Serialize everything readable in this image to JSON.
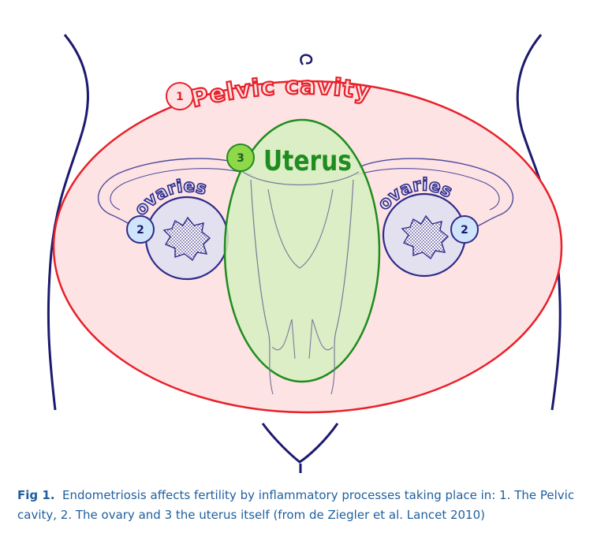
{
  "labels": {
    "pelvic_cavity": "Pelvic cavity",
    "uterus": "Uterus",
    "ovaries_left": "ovaries",
    "ovaries_right": "ovaries"
  },
  "markers": {
    "pelvic": "1",
    "ovary_left": "2",
    "ovary_right": "2",
    "uterus": "3"
  },
  "caption": {
    "fig": "Fig 1.",
    "text": "Endometriosis affects fertility by inflammatory processes taking place in: 1. The Pelvic cavity, 2. The ovary and 3 the uterus itself (from de Ziegler et al. Lancet 2010)"
  },
  "colors": {
    "pelvic_stroke": "#e8202a",
    "pelvic_fill": "#fde3e3",
    "uterus_stroke": "#1f8c1f",
    "uterus_fill": "#d6f0c0",
    "ovary_stroke": "#2e2a8a",
    "ovary_fill": "#e3e0f0",
    "outline": "#1c1a6e",
    "caption": "#1f5f9e"
  }
}
